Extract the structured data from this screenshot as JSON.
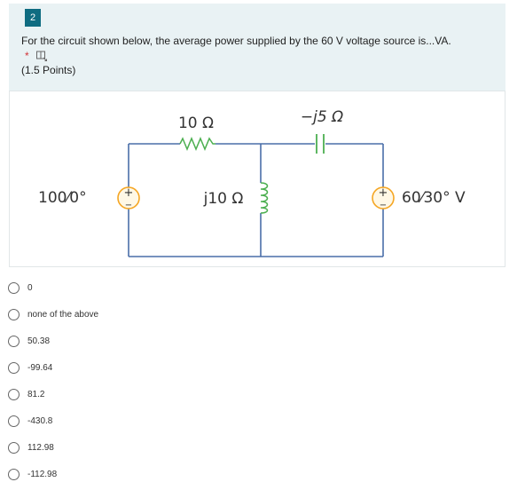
{
  "question": {
    "number": "2",
    "text": "For the circuit shown below, the average power supplied by the 60 V voltage source is...VA.",
    "required_marker": "*",
    "points": "(1.5 Points)"
  },
  "circuit": {
    "r_label": "10 Ω",
    "c_label": "−j5 Ω",
    "l_label": "j10 Ω",
    "source_left": "100⁄0°",
    "source_right": "60⁄30° V",
    "plus": "+",
    "minus": "−",
    "accent_color": "#f5a623",
    "wire_color": "#4a6ea8",
    "component_color": "#4caf50"
  },
  "options": [
    {
      "label": "0"
    },
    {
      "label": "none of the above"
    },
    {
      "label": "50.38"
    },
    {
      "label": "-99.64"
    },
    {
      "label": "81.2"
    },
    {
      "label": "-430.8"
    },
    {
      "label": "112.98"
    },
    {
      "label": "-112.98"
    }
  ]
}
